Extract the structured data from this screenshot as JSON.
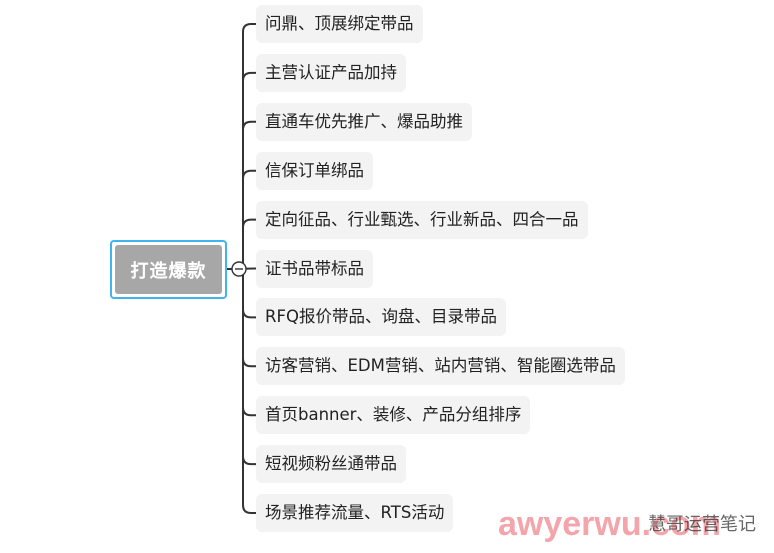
{
  "mindmap": {
    "root": "打造爆款",
    "branches": [
      "问鼎、顶展绑定带品",
      "主营认证产品加持",
      "直通车优先推广、爆品助推",
      "信保订单绑品",
      "定向征品、行业甄选、行业新品、四合一品",
      "证书品带标品",
      "RFQ报价带品、询盘、目录带品",
      "访客营销、EDM营销、站内营销、智能圈选带品",
      "首页banner、装修、产品分组排序",
      "短视频粉丝通带品",
      "场景推荐流量、RTS活动"
    ]
  },
  "watermark": {
    "text": "awyerwu.com",
    "account": "慧哥运营笔记"
  },
  "colors": {
    "connector": "#333333",
    "root_border": "#3fb5ec",
    "root_fill": "#a7a7a7",
    "node_fill": "#f3f3f3",
    "watermark": "#f07f88"
  }
}
